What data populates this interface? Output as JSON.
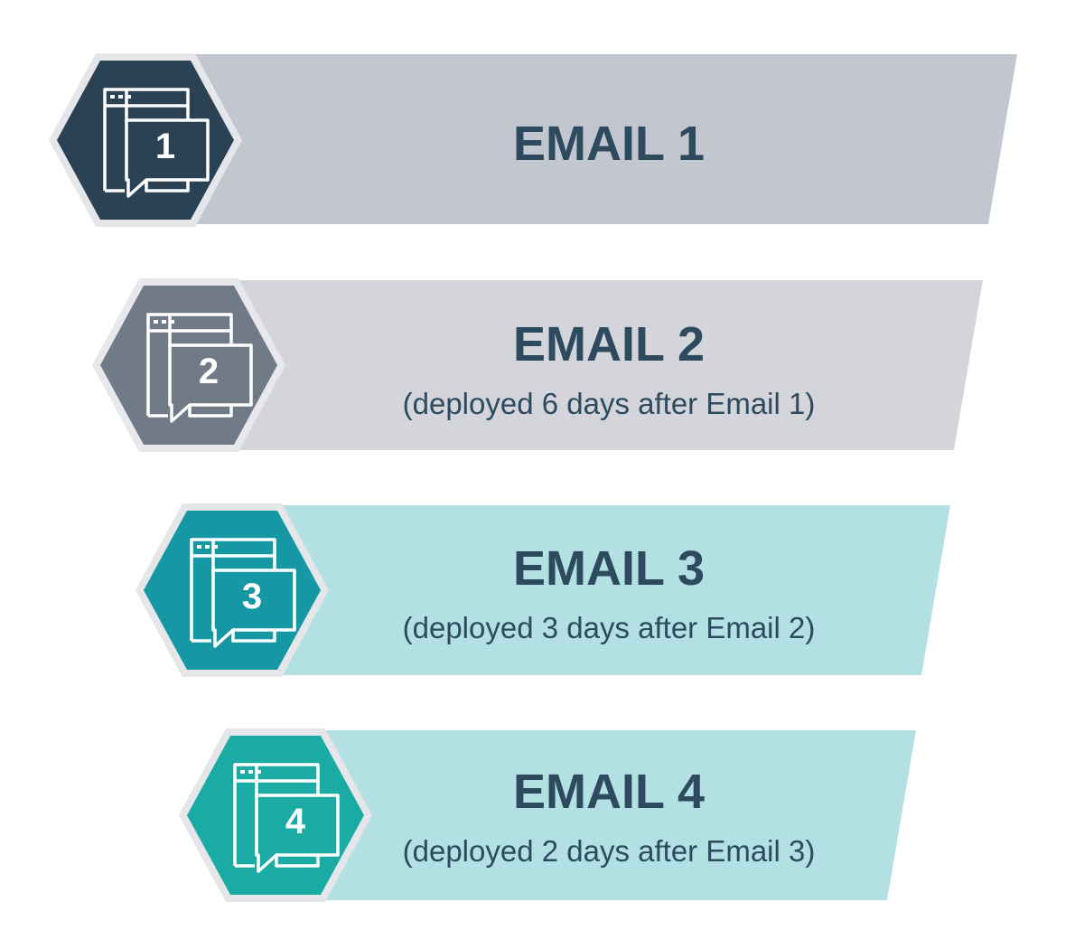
{
  "steps": [
    {
      "number": "1",
      "title": "EMAIL 1",
      "subtitle": "",
      "hex_color": "#2b4255",
      "band_color": "#c2c6ce"
    },
    {
      "number": "2",
      "title": "EMAIL 2",
      "subtitle": "(deployed 6 days after Email 1)",
      "hex_color": "#717b88",
      "band_color": "#d3d5da"
    },
    {
      "number": "3",
      "title": "EMAIL 3",
      "subtitle": "(deployed 3 days after Email 2)",
      "hex_color": "#1598a4",
      "band_color": "#b2e0e3"
    },
    {
      "number": "4",
      "title": "EMAIL 4",
      "subtitle": "(deployed 2 days after Email 3)",
      "hex_color": "#1aaca4",
      "band_color": "#b2e0e3"
    }
  ],
  "icon": "email-window-chat-icon"
}
